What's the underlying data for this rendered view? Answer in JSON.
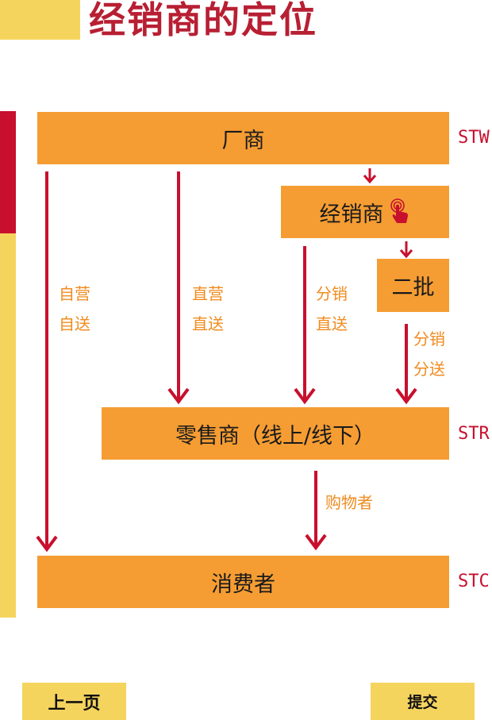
{
  "title": "经销商的定位",
  "nodes": {
    "manufacturer": "厂商",
    "distributor": "经销商",
    "second_tier": "二批",
    "retailer": "零售商（线上/线下）",
    "consumer": "消费者"
  },
  "codes": {
    "stw": "STW",
    "str": "STR",
    "stc": "STC"
  },
  "labels": {
    "self_run_1": "自营",
    "self_run_2": "自送",
    "direct_run_1": "直营",
    "direct_run_2": "直送",
    "dist_sell": "分销",
    "dist_direct": "直送",
    "tier_sell": "分销",
    "tier_send": "分送",
    "shopper": "购物者"
  },
  "icons": {
    "distributor_icon": "tap-hand-icon"
  },
  "colors": {
    "box": "#f59d33",
    "arrow": "#c8102e",
    "label": "#f08b1e",
    "accent_yellow": "#f5d45e",
    "title": "#b81f33"
  },
  "buttons": {
    "prev": "上一页",
    "submit": "提交"
  }
}
